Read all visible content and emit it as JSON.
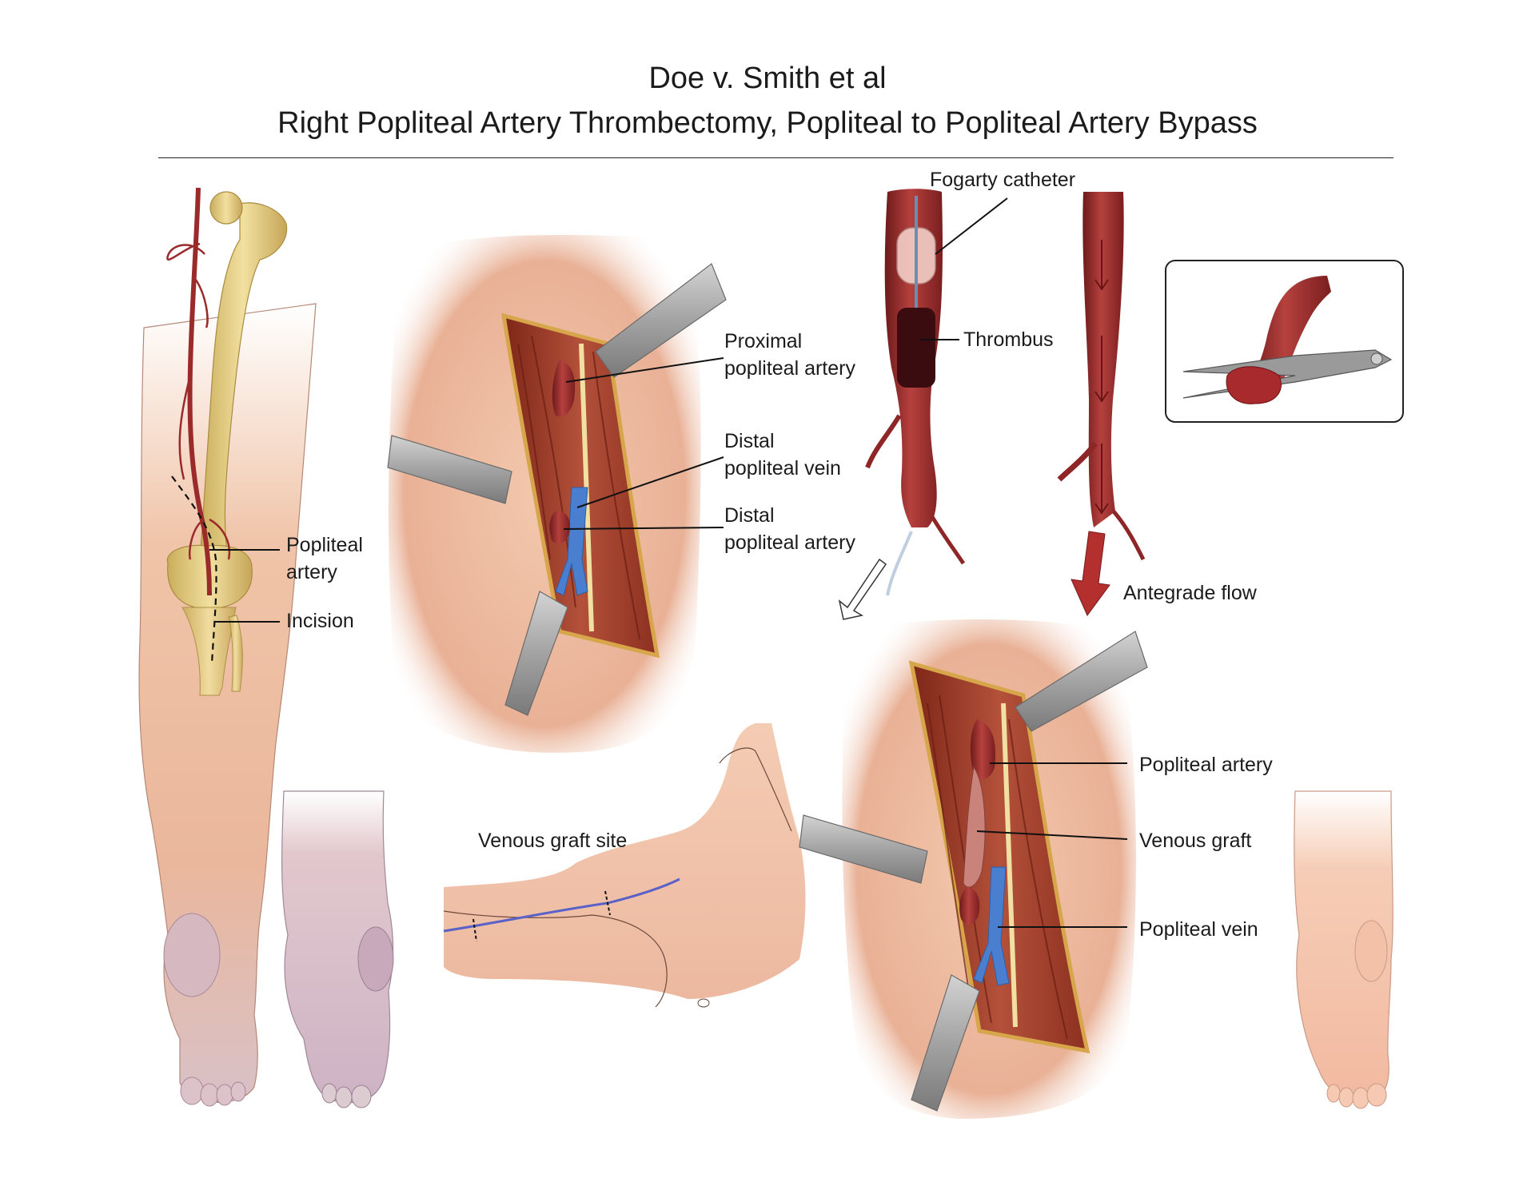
{
  "title": {
    "line1": "Doe v. Smith et al",
    "line2": "Right Popliteal Artery Thrombectomy, Popliteal to Popliteal Artery Bypass"
  },
  "labels": {
    "popliteal_artery_leg": [
      "Popliteal",
      "artery"
    ],
    "incision": "Incision",
    "proximal_popliteal_artery": [
      "Proximal",
      "popliteal artery"
    ],
    "distal_popliteal_vein": [
      "Distal",
      "popliteal vein"
    ],
    "distal_popliteal_artery": [
      "Distal",
      "popliteal artery"
    ],
    "fogarty_catheter": "Fogarty catheter",
    "thrombus": "Thrombus",
    "antegrade_flow": "Antegrade flow",
    "popliteal_artery_graft": "Popliteal artery",
    "venous_graft": "Venous graft",
    "popliteal_vein": "Popliteal vein",
    "venous_graft_site": "Venous graft site"
  },
  "colors": {
    "skin": "#f2c3a8",
    "skin_shadow": "#d99a7c",
    "muscle": "#a8402c",
    "artery": "#9b2a2b",
    "vein": "#4a7fd0",
    "bone": "#e9d28a",
    "retractor": "#a9a9a9"
  }
}
